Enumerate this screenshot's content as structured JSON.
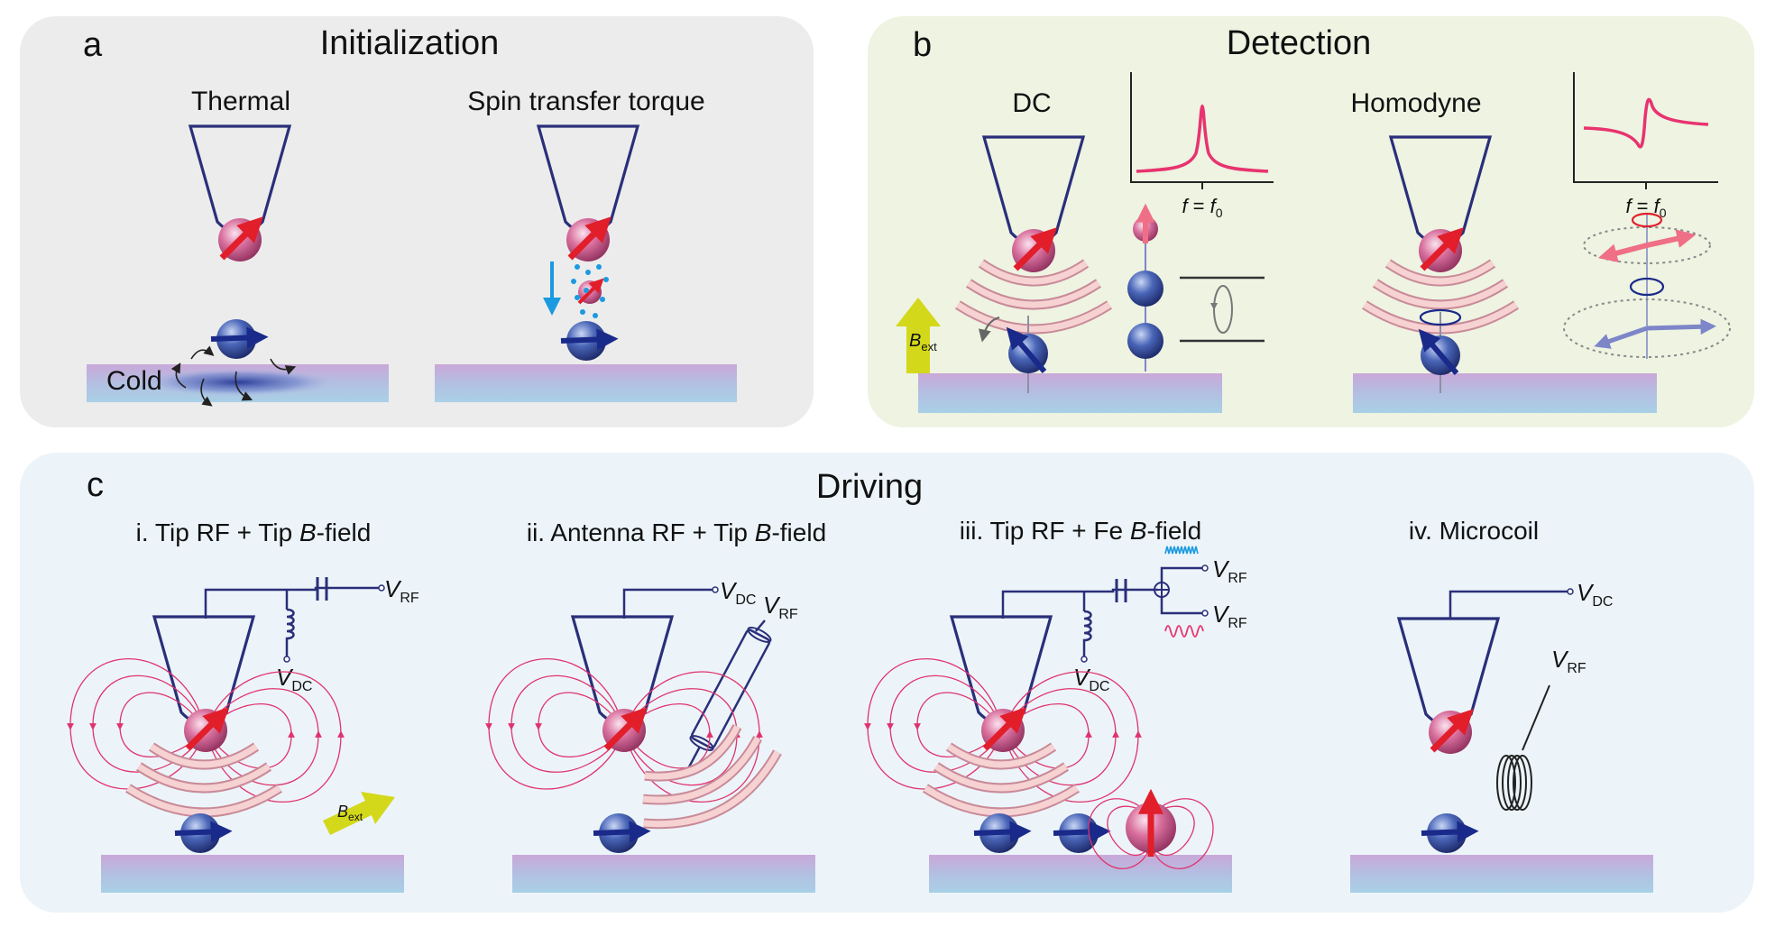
{
  "panel_a": {
    "letter": "a",
    "title": "Initialization",
    "thermal_label": "Thermal",
    "stt_label": "Spin transfer torque",
    "cold_label": "Cold"
  },
  "panel_b": {
    "letter": "b",
    "title": "Detection",
    "dc_label": "DC",
    "homodyne_label": "Homodyne",
    "bext_main": "B",
    "bext_sub": "ext",
    "freq_f": "f",
    "freq_eq": " = ",
    "freq_f0": "f",
    "freq_sub": "0"
  },
  "panel_c": {
    "letter": "c",
    "title": "Driving",
    "sub_i": "i. Tip RF + Tip ",
    "sub_ii": "ii. Antenna RF + Tip ",
    "sub_iii": "iii. Tip RF + Fe ",
    "sub_iv": "iv. Microcoil",
    "b_italic": "B",
    "field_suffix": "-field",
    "v_main": "V",
    "rf_sub": "RF",
    "dc_sub": "DC",
    "bext_main": "B",
    "bext_sub": "ext"
  },
  "colors": {
    "panel_a_bg": "#ececec",
    "panel_b_bg": "#eef3e2",
    "panel_c_bg": "#ecf4f9",
    "tip_outline": "#2a2f7a",
    "spin_arrow_red": "#e11e2a",
    "spin_arrow_navy": "#1a2a8a",
    "field_lines": "#e0336e",
    "resonance_curve": "#e8336f",
    "rf_blue": "#1a9ae0",
    "bext_arrow": "#d4d81a"
  }
}
